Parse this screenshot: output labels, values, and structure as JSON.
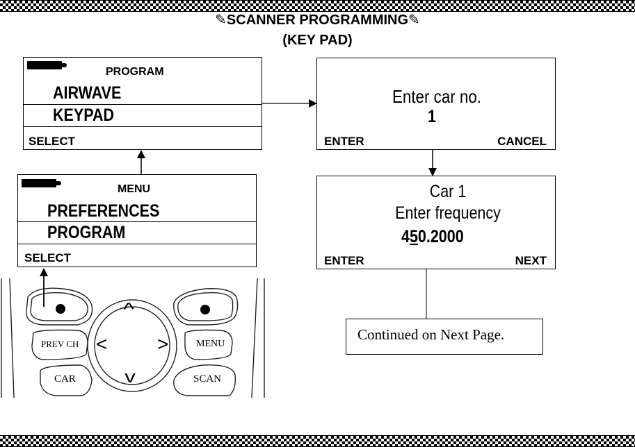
{
  "header": {
    "title": "✎SCANNER PROGRAMMING✎",
    "subtitle": "(KEY PAD)"
  },
  "program_screen": {
    "heading": "PROGRAM",
    "items": [
      "AIRWAVE",
      "KEYPAD"
    ],
    "softkey_left": "SELECT"
  },
  "menu_screen": {
    "heading": "MENU",
    "items": [
      "PREFERENCES",
      "PROGRAM"
    ],
    "softkey_left": "SELECT"
  },
  "car_screen": {
    "prompt": "Enter car no.",
    "value": "1",
    "softkey_left": "ENTER",
    "softkey_right": "CANCEL"
  },
  "freq_screen": {
    "line1": "Car 1",
    "line2": "Enter frequency",
    "freq_pre": "4",
    "freq_cursor": "5",
    "freq_post": "0.2000",
    "softkey_left": "ENTER",
    "softkey_right": "NEXT"
  },
  "note": {
    "text": "Continued on Next Page."
  },
  "keypad": {
    "prev_ch": "PREV CH",
    "menu": "MENU",
    "car": "CAR",
    "scan": "SCAN",
    "left_arrow": "<",
    "right_arrow": ">",
    "up_arrow": "^",
    "down_arrow": "v"
  },
  "icons": {
    "battery": "battery-icon"
  }
}
